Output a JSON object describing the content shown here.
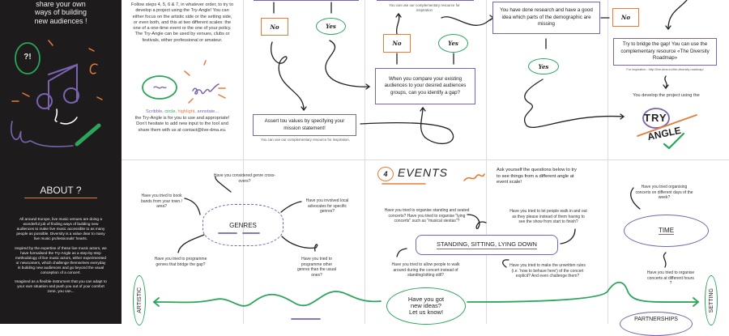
{
  "intro": {
    "headline": [
      "share your own",
      "ways of building",
      "new audiences !"
    ],
    "about_title": "ABOUT ?",
    "about_paragraphs": [
      "All around Europe, live music venues are doing a wonderful job of finding ways of building new audiences to make live music accessible to as many people as possible. Diversity is a value dear to many live music professionals' hearts.",
      "Inspired by the expertise of these live music actors, we have formalised the Try-Angle as a step-by-step methodology of live music actors, either experimented or newcomers, which challenge themselves everyday in building new audiences and go beyond the usual conception of a concert.",
      "Imagined as a flexible instrument that you can adapt to your own situation and push you out of your comfort zone, you can..."
    ],
    "face_text": "?!"
  },
  "instructions": {
    "steps_text": "Follow steps 4, 5, 6 & 7, in whatever order, to try to develop a project using the Try-Angle! You can either focus on the artistic side or the setting side, or even both, and this at two different scales: the one of a one-time event or the one of your policy. The Try-Angle can be used by venues, clubs or festivals, either professional or amateur.",
    "scribble_words": [
      "Scribble,",
      "circle,",
      "highlight,",
      "annotate..."
    ],
    "scribble_colors": [
      "#7a64b0",
      "#2aa55a",
      "#e57d3a",
      "#7a64b0"
    ],
    "use_text": "the Try-Angle is for you to use and appropriate! Don't hesitate to add new input to the tool and share them with us at contact@live-dma.eu."
  },
  "flow": {
    "no_label": "No",
    "yes_label": "Yes",
    "assert_box": "Assert tou values by specifying your mission statement!",
    "assert_caption": "You can use our complementary resource for inspiration.",
    "top_caption": "You can use our complementary resource for inspiration",
    "compare_box": "When you compare your existing audiences to your desired audiences groups, can you identify a gap?",
    "research_box": "You have done research and have a good idea which parts of the demographic are missing",
    "bridge_box": "Try to bridge the gap! You can use the complementary resource «The Diversity Roadmap»",
    "bridge_caption": "For inspiration : http://live-dma.eu/the-diversity-roadmap/",
    "develop_text": "You develop the project using the",
    "logo_words": [
      "TRY",
      "ANGLE"
    ]
  },
  "genres": {
    "title": "GENRES",
    "questions": [
      "Have you considered genre cross-overs?",
      "Have you tried to book bands from your town / area?",
      "Have you involved local advocates for specific genres?",
      "Have you tried to programme genres that bridge the gap?",
      "Have you tried to programme other genres than the usual ones?"
    ],
    "artistic_label": "ARTISTIC"
  },
  "events": {
    "step_number": "4",
    "title": "EVENTS",
    "intro": "Ask yourself the questions below to try to see things from a different angle at event scale!",
    "standing_label": "STANDING, SITTING, LYING DOWN",
    "questions": [
      "Have you tried to organise standing and seated concerts? Have you tried to organise \"lying concerts\" such as \"musical siestas\"?",
      "Have you tried to allow people to walk around during the concert instead of standing/sitting still?",
      "Have you tried to let people walk in and out as they please instead of them having to see the show from start to finish?",
      "Have you tried to make the unwritten rules (i.e. 'how to behave here') of the concert explicit? And even challenge them?"
    ],
    "ideas_bubble": [
      "Have you got",
      "new ideas?",
      "Let us know!"
    ]
  },
  "time": {
    "title": "TIME",
    "questions": [
      "Have you tried organising concerts on different days of the week?",
      "Have you tried to organise concerts at different hours ?"
    ],
    "setting_label": "SETTING",
    "partnerships_label": "PARTNERSHIPS"
  },
  "colors": {
    "purple": "#7a64b0",
    "green": "#2aa55a",
    "orange": "#e57d3a",
    "dark": "#1e1b1c"
  }
}
